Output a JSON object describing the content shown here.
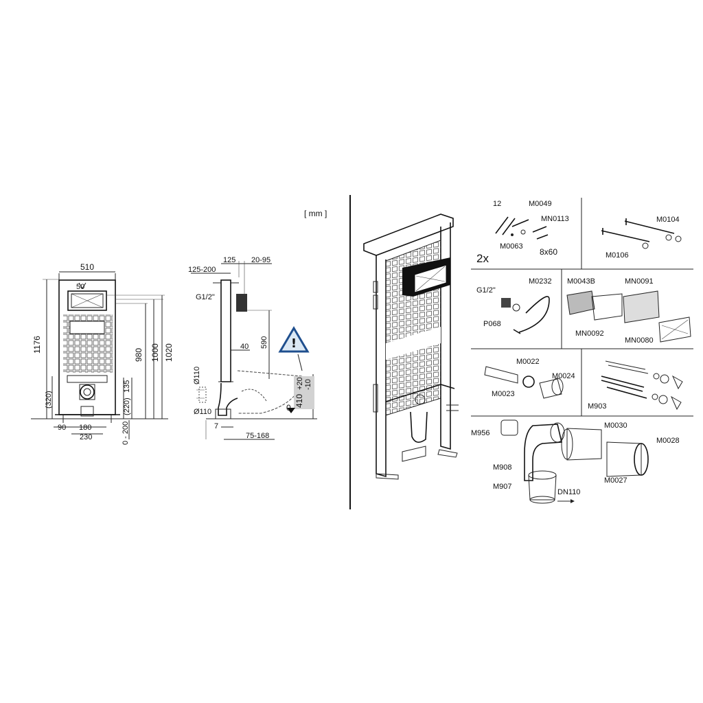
{
  "unit": "[ mm ]",
  "front": {
    "width": "510",
    "top": "50",
    "h_total": "1176",
    "h980": "980",
    "h1000": "1000",
    "h1020": "1020",
    "h320": "(320)",
    "h220": "(220)",
    "h135": "135",
    "w90": "90",
    "w180": "180",
    "w230": "230",
    "adj": "0 - 200"
  },
  "side": {
    "w125_200": "125-200",
    "w125": "125",
    "w20_95": "20-95",
    "thread": "G1/2\"",
    "w40": "40",
    "h590": "590",
    "pipe1": "Ø110",
    "pipe2": "Ø110",
    "w7": "7",
    "w75_168": "75-168",
    "zero": "0",
    "seat_h": "410",
    "tol_plus": "+20",
    "tol_minus": "-10"
  },
  "parts": {
    "qty12": "12",
    "m0049": "M0049",
    "mn0113": "MN0113",
    "m0063": "M0063",
    "screw": "8x60",
    "qty2": "2x",
    "m0104": "M0104",
    "m0106": "M0106",
    "g12": "G1/2\"",
    "m0232": "M0232",
    "p068": "P068",
    "m0043b": "M0043B",
    "mn0091": "MN0091",
    "mn0092": "MN0092",
    "mn0080": "MN0080",
    "m0022": "M0022",
    "m0024": "M0024",
    "m0023": "M0023",
    "m903": "M903",
    "m956": "M956",
    "m0030": "M0030",
    "m0028": "M0028",
    "m908": "M908",
    "m0027": "M0027",
    "m907": "M907",
    "dn110": "DN110"
  }
}
